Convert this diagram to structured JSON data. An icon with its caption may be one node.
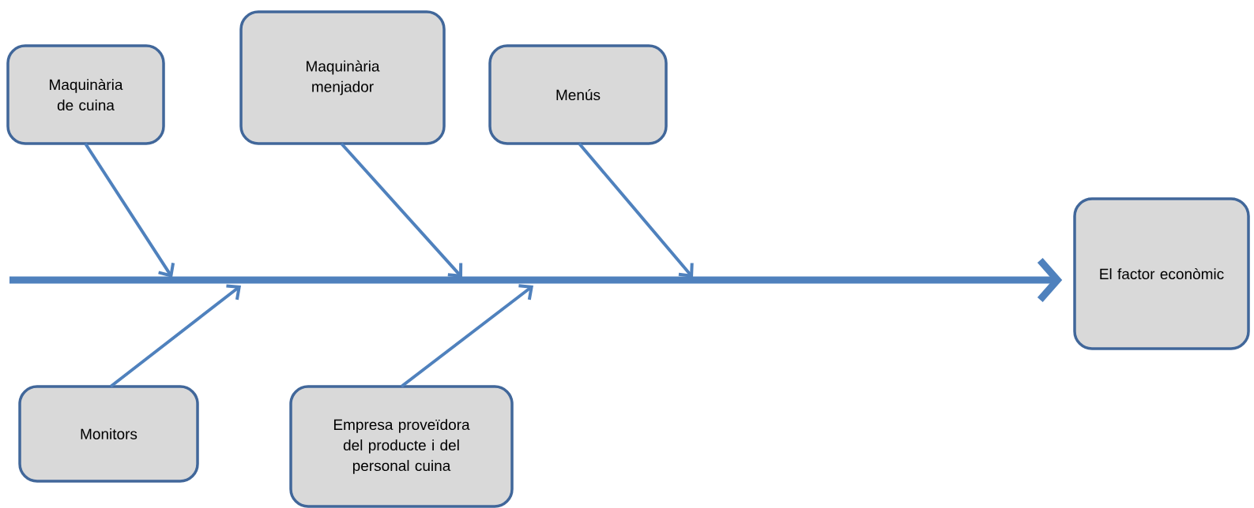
{
  "diagram": {
    "nodes": [
      {
        "text": [
          "Maquinària de cuina"
        ]
      },
      {
        "text": [
          "Maquinària menjador"
        ]
      },
      {
        "text": [
          "Menús"
        ]
      },
      {
        "text": [
          "El factor econòmic"
        ]
      },
      {
        "text": [
          "Monitors"
        ]
      },
      {
        "text": [
          "Empresa proveïdora del producte i del personal cuina"
        ]
      }
    ],
    "edges": [
      {
        "from": null,
        "to": 3,
        "arrow": "to",
        "style": "thick"
      },
      {
        "from": 0,
        "to": null,
        "arrow": "to"
      },
      {
        "from": 1,
        "to": null,
        "arrow": "to"
      },
      {
        "from": 2,
        "to": null,
        "arrow": "to"
      },
      {
        "from": 4,
        "to": null,
        "arrow": "to"
      },
      {
        "from": 5,
        "to": null,
        "arrow": "to"
      }
    ]
  }
}
